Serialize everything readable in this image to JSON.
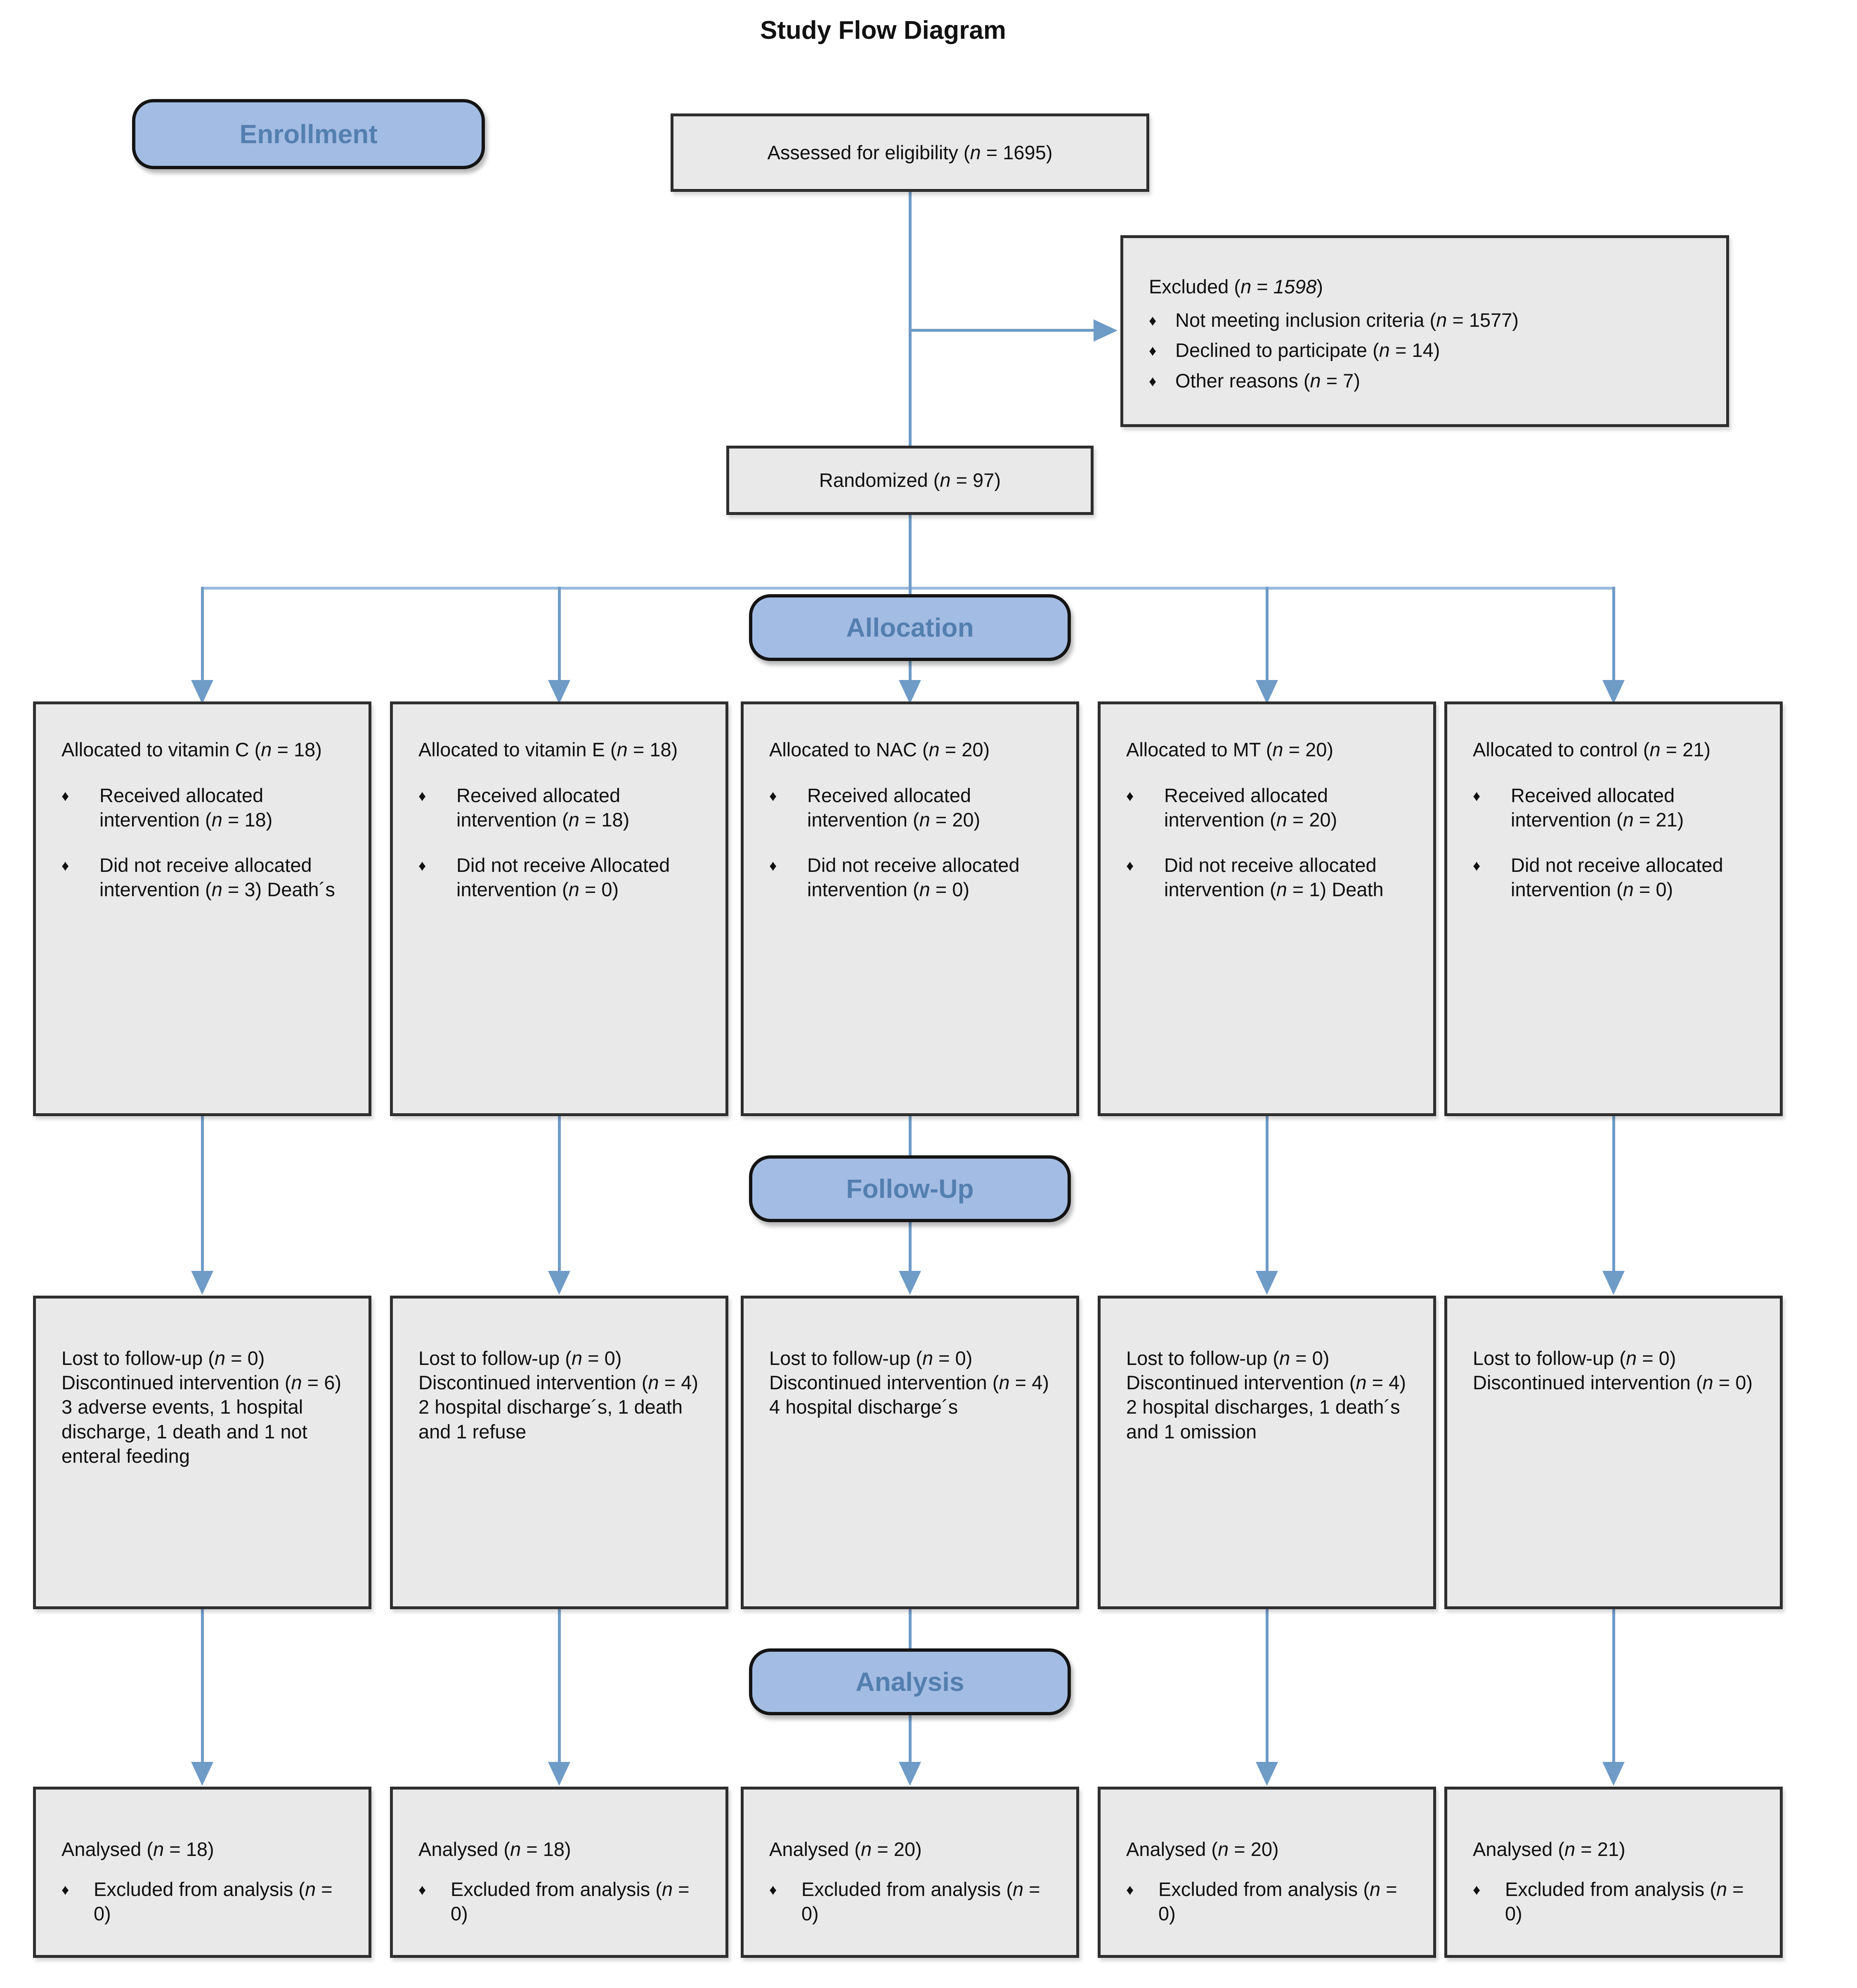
{
  "title": "Study Flow Diagram",
  "glyphs": {
    "bullet": "♦"
  },
  "stages": {
    "enrollment": "Enrollment",
    "allocation": "Allocation",
    "followup": "Follow-Up",
    "analysis": "Analysis"
  },
  "enrollment": {
    "assessed": "Assessed for eligibility (n = 1695)",
    "excluded": {
      "title": "Excluded (n = 1598)",
      "items": [
        "Not meeting inclusion criteria (n = 1577)",
        "Declined to participate (n = 14)",
        "Other reasons (n = 7)"
      ]
    },
    "randomized": "Randomized (n = 97)"
  },
  "allocation": [
    {
      "title": "Allocated to vitamin C (n = 18)",
      "bullets": [
        "Received allocated intervention (n = 18)",
        "Did not receive allocated intervention (n = 3) Death´s"
      ]
    },
    {
      "title": "Allocated to vitamin E (n = 18)",
      "bullets": [
        "Received allocated intervention (n = 18)",
        "Did not receive Allocated intervention (n = 0)"
      ]
    },
    {
      "title": "Allocated to NAC (n = 20)",
      "bullets": [
        "Received allocated intervention (n = 20)",
        "Did not receive allocated intervention (n = 0)"
      ]
    },
    {
      "title": "Allocated to MT (n = 20)",
      "bullets": [
        "Received allocated intervention (n = 20)",
        "Did not receive allocated intervention (n = 1) Death"
      ]
    },
    {
      "title": "Allocated to control (n = 21)",
      "bullets": [
        "Received allocated intervention (n = 21)",
        "Did not receive allocated intervention (n = 0)"
      ]
    }
  ],
  "followup": [
    {
      "lines": [
        "Lost to follow-up (n = 0)",
        "Discontinued intervention (n = 6)",
        "3 adverse events, 1 hospital discharge, 1 death and 1 not enteral feeding"
      ]
    },
    {
      "lines": [
        "Lost to follow-up (n = 0)",
        "Discontinued intervention (n = 4)",
        "2 hospital discharge´s, 1 death and 1 refuse"
      ]
    },
    {
      "lines": [
        "Lost to follow-up (n = 0)",
        "Discontinued intervention (n = 4)",
        "4 hospital discharge´s"
      ]
    },
    {
      "lines": [
        "Lost to follow-up (n = 0)",
        "Discontinued intervention (n = 4)",
        "2 hospital discharges, 1 death´s and 1 omission"
      ]
    },
    {
      "lines": [
        "Lost to follow-up (n = 0)",
        "Discontinued intervention (n = 0)"
      ]
    }
  ],
  "analysis": [
    {
      "analysed": "Analysed (n = 18)",
      "excluded": "Excluded from analysis (n = 0)"
    },
    {
      "analysed": "Analysed (n = 18)",
      "excluded": "Excluded from analysis (n = 0)"
    },
    {
      "analysed": "Analysed (n = 20)",
      "excluded": "Excluded from analysis (n = 0)"
    },
    {
      "analysed": "Analysed (n = 20)",
      "excluded": "Excluded from analysis (n = 0)"
    },
    {
      "analysed": "Analysed (n = 21)",
      "excluded": "Excluded from analysis (n = 0)"
    }
  ]
}
